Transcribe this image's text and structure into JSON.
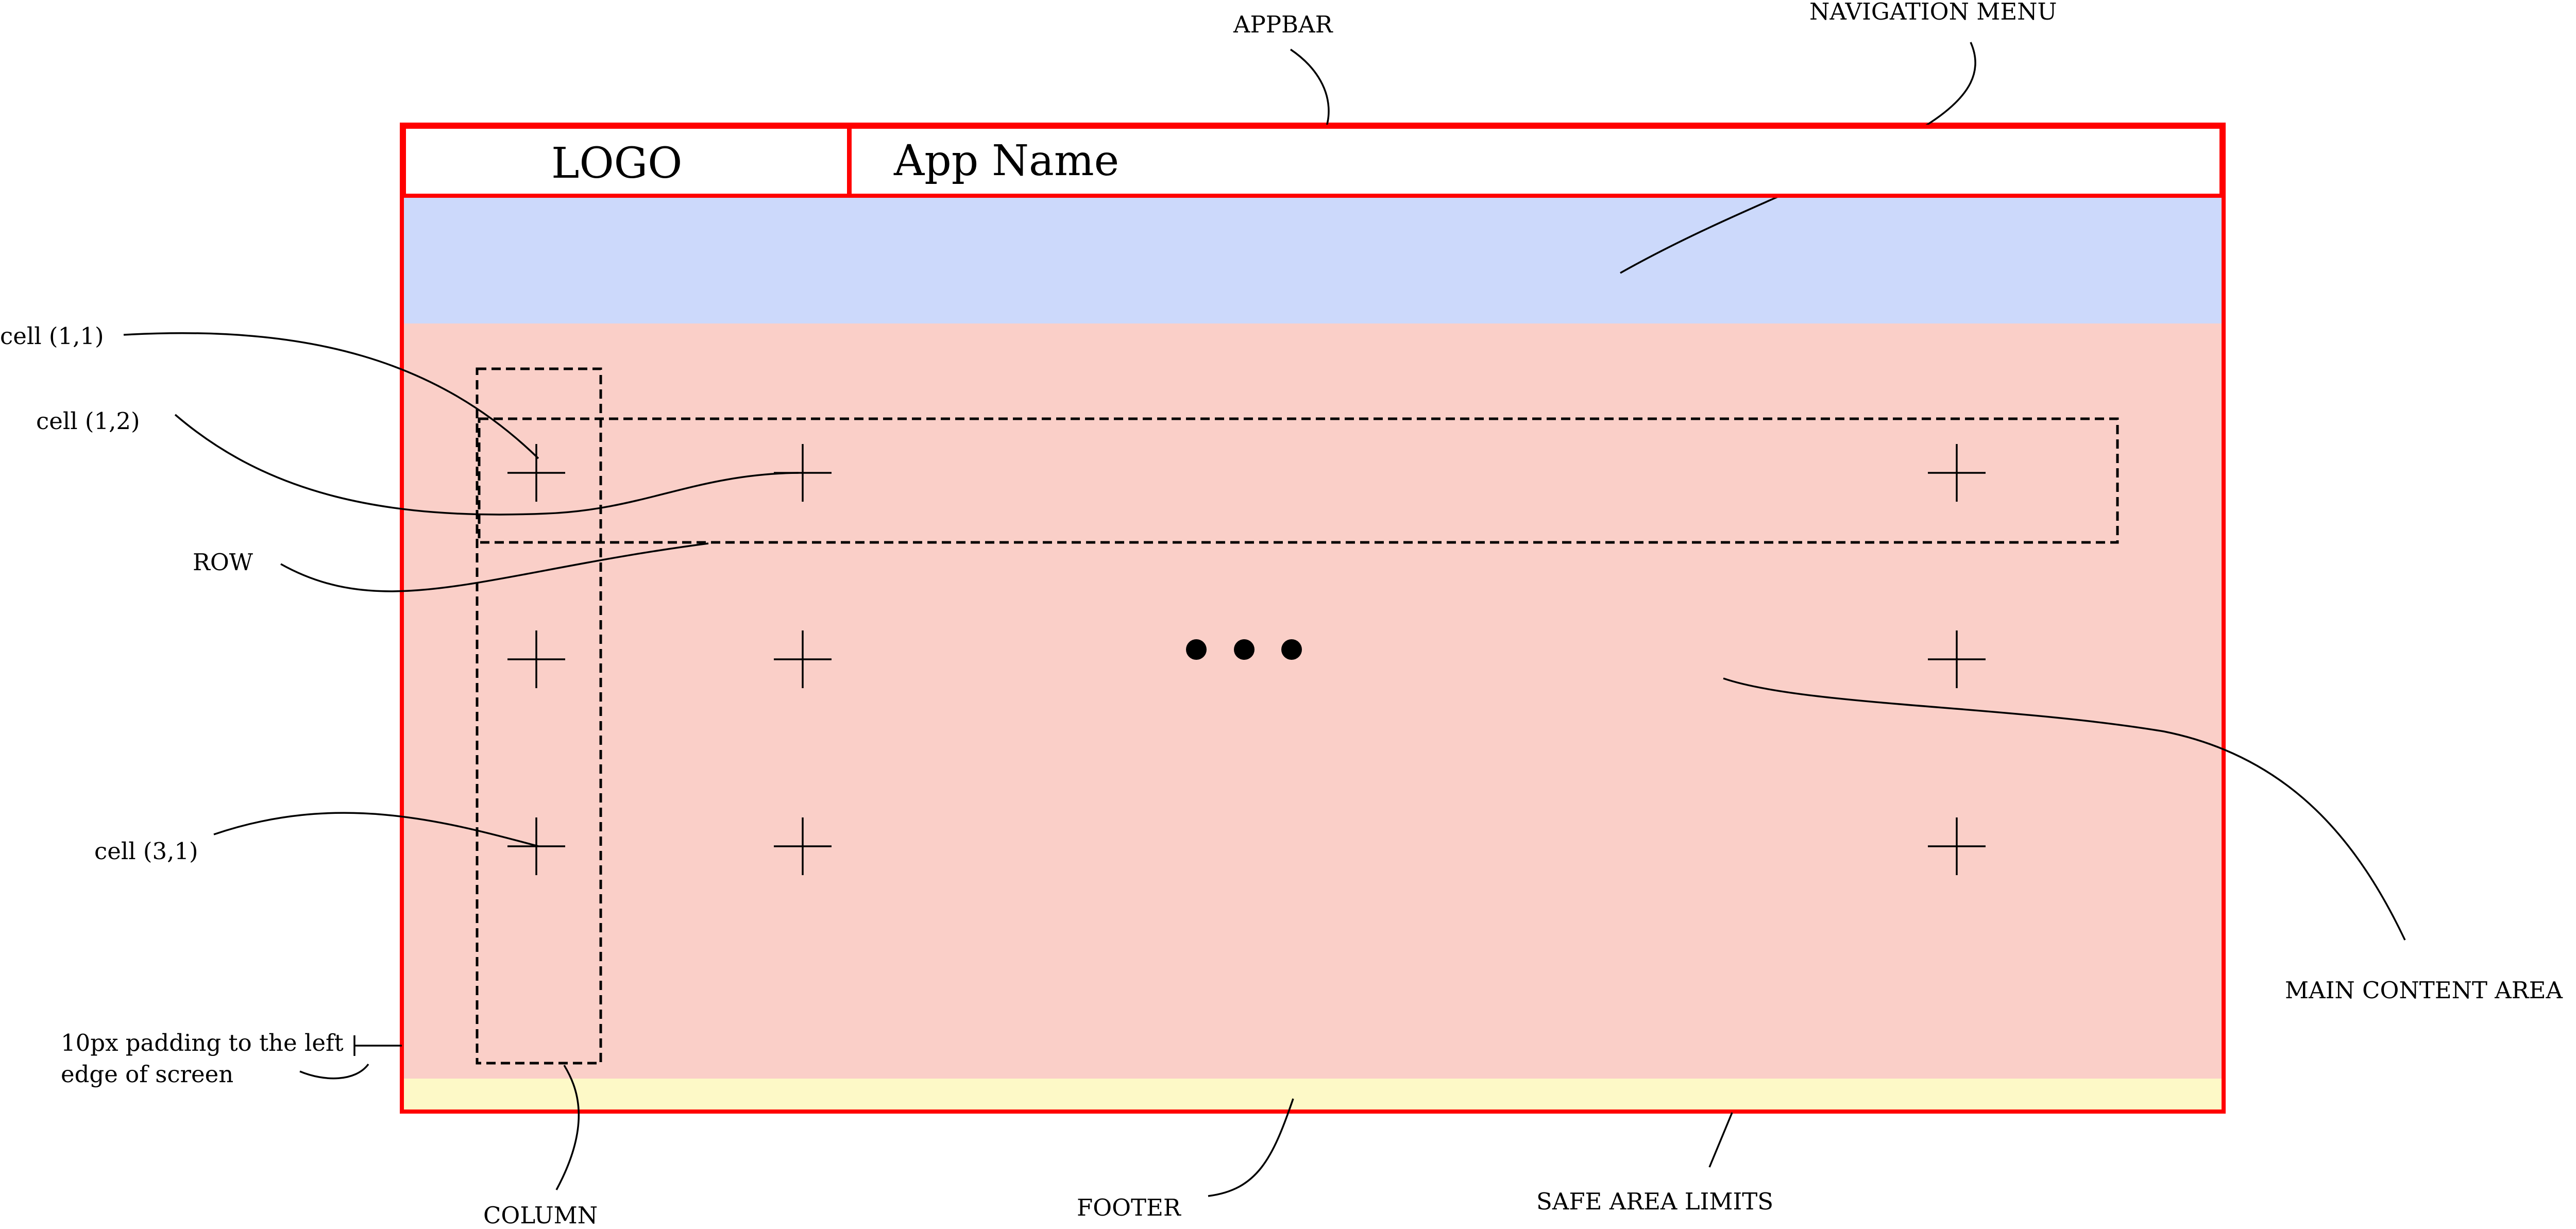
{
  "appbar": {
    "logo": "LOGO",
    "app_name": "App Name"
  },
  "labels": {
    "appbar": "APPBAR",
    "navigation_menu": "NAVIGATION MENU",
    "cell_1_1": "cell (1,1)",
    "cell_1_2": "cell (1,2)",
    "row": "ROW",
    "cell_3_1": "cell (3,1)",
    "padding_line1": "10px padding to the left",
    "padding_line2": "edge of screen",
    "column": "COLUMN",
    "footer": "FOOTER",
    "safe_area_limits": "SAFE AREA LIMITS",
    "main_content_area": "MAIN CONTENT AREA"
  },
  "colors": {
    "safe_area_border": "#ff0000",
    "navigation_menu": "#ccd9fb",
    "main_content": "#facfc8",
    "footer": "#fdf9c7"
  },
  "grid": {
    "rows": 3,
    "visible_columns": 3,
    "ellipsis": "•••"
  }
}
